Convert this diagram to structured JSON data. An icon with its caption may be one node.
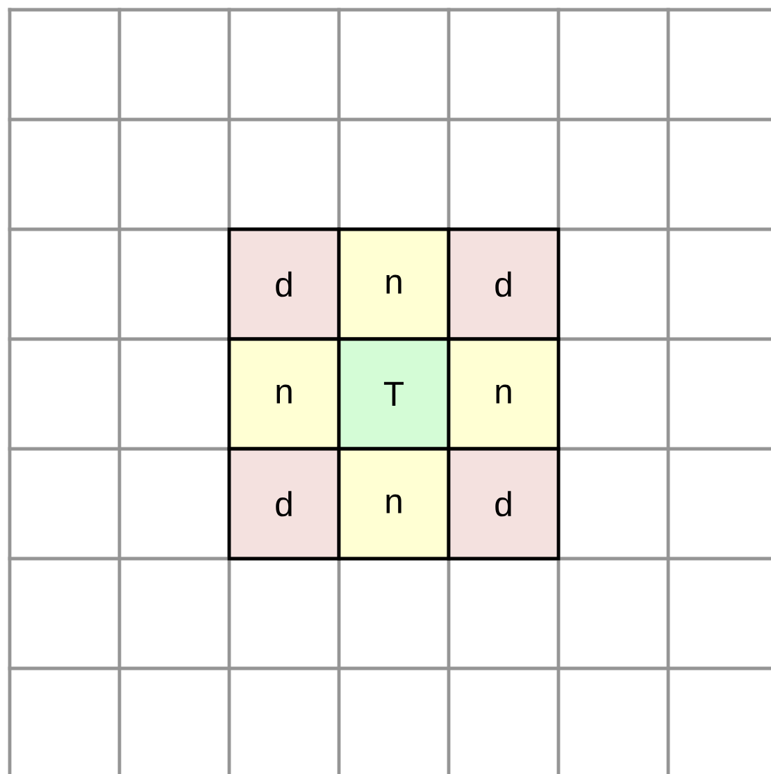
{
  "diagram": {
    "nodes": [
      {
        "text": [
          "d"
        ]
      },
      {
        "text": [
          "n"
        ]
      },
      {
        "text": [
          "d"
        ]
      },
      {
        "text": [
          "n"
        ]
      },
      {
        "text": [
          "T"
        ]
      },
      {
        "text": [
          "n"
        ]
      },
      {
        "text": [
          "d"
        ]
      },
      {
        "text": [
          "n"
        ]
      },
      {
        "text": [
          "d"
        ]
      }
    ]
  }
}
